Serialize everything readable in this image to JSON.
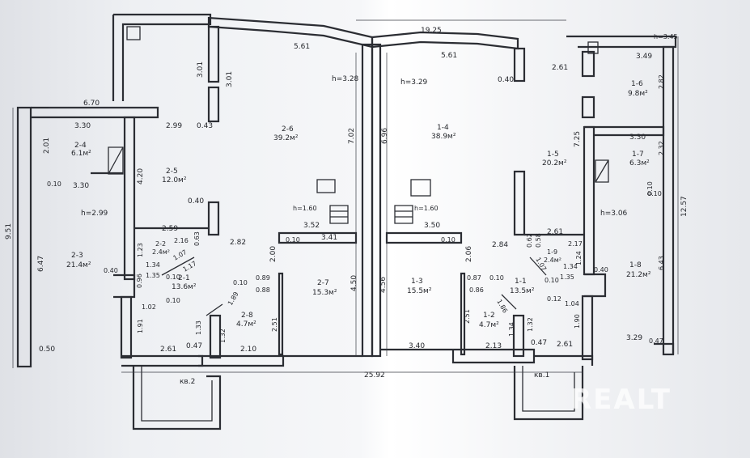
{
  "watermark": "REALT",
  "heights": {
    "h_2_6": "h=3.28",
    "h_1_4": "h=3.29",
    "h_2_3": "h=2.99",
    "h_1_8": "h=3.06",
    "h_stair_left": "h=1.60",
    "h_stair_right": "h=1.60",
    "h_top_right": "h=3.45"
  },
  "rooms": {
    "r2_4": {
      "id": "2-4",
      "area": "6.1м²"
    },
    "r2_5": {
      "id": "2-5",
      "area": "12.0м²"
    },
    "r2_6": {
      "id": "2-6",
      "area": "39.2м²"
    },
    "r2_3": {
      "id": "2-3",
      "area": "21.4м²"
    },
    "r2_2": {
      "id": "2-2",
      "area": "2.4м²"
    },
    "r2_1": {
      "id": "2-1",
      "area": "13.6м²"
    },
    "r2_7": {
      "id": "2-7",
      "area": "15.3м²"
    },
    "r2_8": {
      "id": "2-8",
      "area": "4.7м²"
    },
    "r1_4": {
      "id": "1-4",
      "area": "38.9м²"
    },
    "r1_5": {
      "id": "1-5",
      "area": "20.2м²"
    },
    "r1_6": {
      "id": "1-6",
      "area": "9.8м²"
    },
    "r1_7": {
      "id": "1-7",
      "area": "6.3м²"
    },
    "r1_8": {
      "id": "1-8",
      "area": "21.2м²"
    },
    "r1_9": {
      "id": "1-9",
      "area": "2.4м²"
    },
    "r1_3": {
      "id": "1-3",
      "area": "15.5м²"
    },
    "r1_1": {
      "id": "1-1",
      "area": "13.5м²"
    },
    "r1_2": {
      "id": "1-2",
      "area": "4.7м²"
    }
  },
  "porches": {
    "left": "кв.2",
    "right": "кв.1"
  },
  "dims": {
    "d6_70": "6.70",
    "d3_30a": "3.30",
    "d2_01": "2.01",
    "d3_30b": "3.30",
    "d0_10a": "0.10",
    "d9_51": "9.51",
    "d6_47a": "6.47",
    "d0_50": "0.50",
    "d2_99": "2.99",
    "d4_20": "4.20",
    "d3_01a": "3.01",
    "d3_01b": "3.01",
    "d0_43": "0.43",
    "d5_61a": "5.61",
    "d0_40a": "0.40",
    "d2_59": "2.59",
    "d2_16": "2.16",
    "d0_63": "0.63",
    "d2_82": "2.82",
    "d1_23": "1.23",
    "d1_07a": "1.07",
    "d1_34a": "1.34",
    "d1_35a": "1.35",
    "d0_10b": "0.10",
    "d1_17": "1.17",
    "d0_40b": "0.40",
    "d0_96": "0.96",
    "d1_02": "1.02",
    "d0_10c": "0.10",
    "d1_91": "1.91",
    "d1_89": "1.89",
    "d1_33": "1.33",
    "d1_32a": "1.32",
    "d2_51a": "2.51",
    "d0_10d": "0.10",
    "d0_89": "0.89",
    "d0_88": "0.88",
    "d2_00": "2.00",
    "d2_61a": "2.61",
    "d0_47a": "0.47",
    "d2_10": "2.10",
    "d3_52": "3.52",
    "d3_41": "3.41",
    "d0_10e": "0.10",
    "d7_02": "7.02",
    "d4_50": "4.50",
    "d25_92": "25.92",
    "d19_25": "19.25",
    "d5_61b": "5.61",
    "d0_40c": "0.40",
    "d6_96": "6.96",
    "d3_50": "3.50",
    "d0_10f": "0.10",
    "d2_06": "2.06",
    "d4_56": "4.56",
    "d3_40": "3.40",
    "d2_61b": "2.61",
    "d2_84": "2.84",
    "d0_62": "0.62",
    "d0_58": "0.58",
    "d1_07b": "1.07",
    "d1_34b": "1.34",
    "d1_35b": "1.35",
    "d0_10g": "0.10",
    "d1_24": "1.24",
    "d2_17": "2.17",
    "d2_61c": "2.61",
    "d0_87": "0.87",
    "d0_10h": "0.10",
    "d0_86": "0.86",
    "d2_51b": "2.51",
    "d1_86": "1.86",
    "d1_34c": "1.34",
    "d1_32b": "1.32",
    "d2_13": "2.13",
    "d0_47b": "0.47",
    "d2_61d": "2.61",
    "d0_12": "0.12",
    "d1_04": "1.04",
    "d1_90": "1.90",
    "d0_40d": "0.40",
    "d7_25": "7.25",
    "d3_30c": "3.30",
    "d3_49": "3.49",
    "d2_82b": "2.82",
    "d2_32": "2.32",
    "d12_57": "12.57",
    "d6_43": "6.43",
    "d3_29": "3.29",
    "d0_47c": "0.47",
    "d0_10i": "0.10",
    "d0_10j": "0.10"
  }
}
